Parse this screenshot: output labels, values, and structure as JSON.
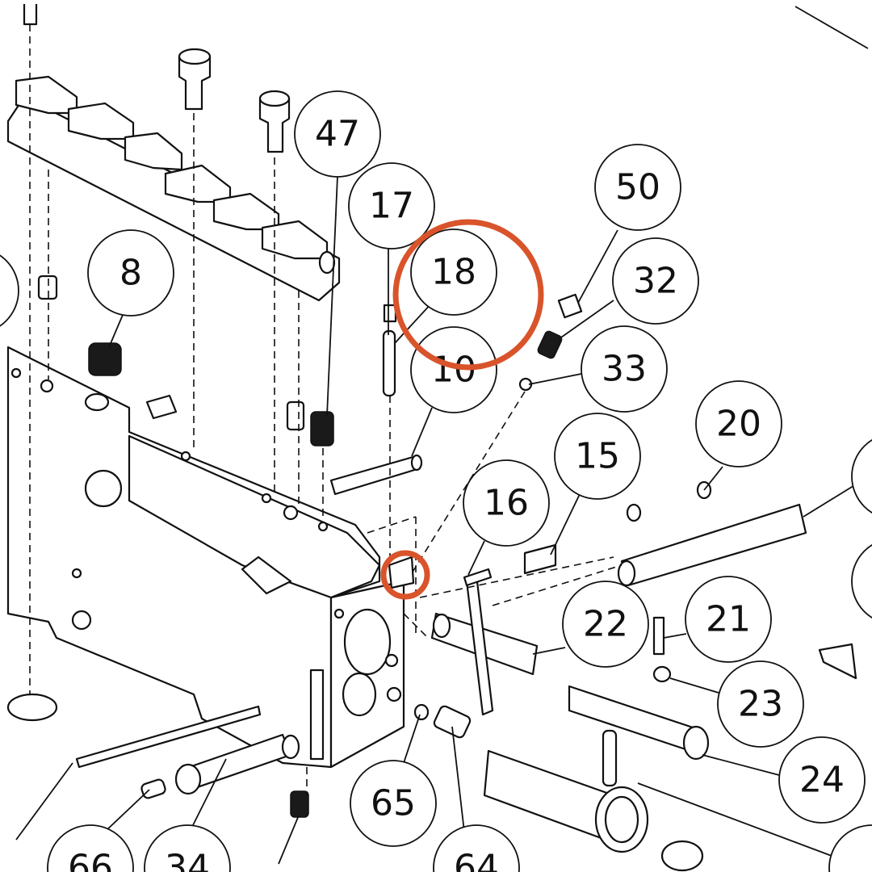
{
  "diagram": {
    "callouts": [
      {
        "id": "47",
        "label": "47"
      },
      {
        "id": "17",
        "label": "17"
      },
      {
        "id": "18",
        "label": "18"
      },
      {
        "id": "10",
        "label": "10"
      },
      {
        "id": "8",
        "label": "8"
      },
      {
        "id": "50",
        "label": "50"
      },
      {
        "id": "32",
        "label": "32"
      },
      {
        "id": "33",
        "label": "33"
      },
      {
        "id": "20",
        "label": "20"
      },
      {
        "id": "15",
        "label": "15"
      },
      {
        "id": "16",
        "label": "16"
      },
      {
        "id": "22",
        "label": "22"
      },
      {
        "id": "21",
        "label": "21"
      },
      {
        "id": "23",
        "label": "23"
      },
      {
        "id": "24",
        "label": "24"
      },
      {
        "id": "65",
        "label": "65"
      },
      {
        "id": "64",
        "label": "64"
      },
      {
        "id": "66",
        "label": "66"
      },
      {
        "id": "34",
        "label": "34"
      }
    ],
    "highlight_color": "#d9542b",
    "highlighted_callout": "18"
  }
}
